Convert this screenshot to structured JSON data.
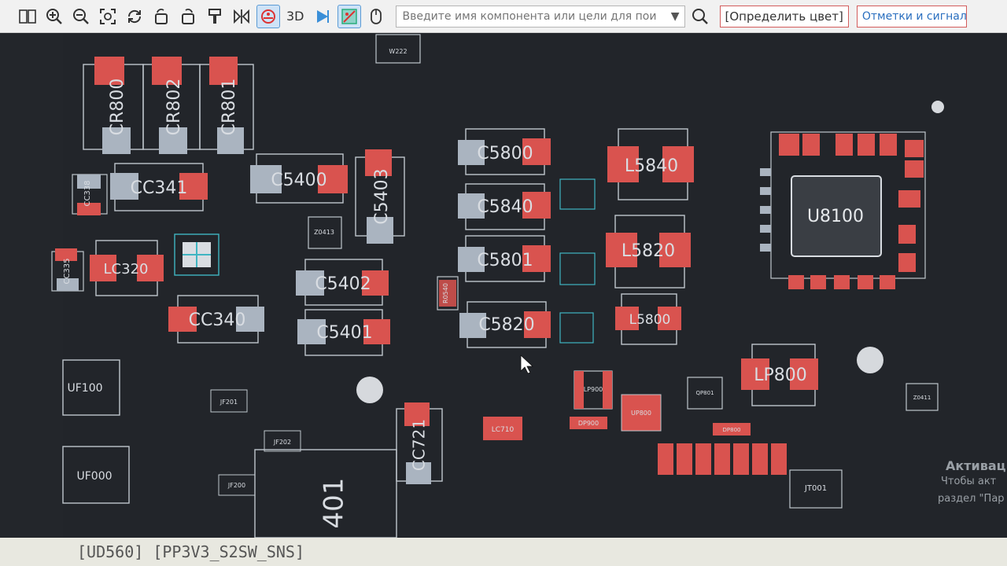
{
  "toolbar": {
    "label_3d": "3D",
    "search_placeholder": "Введите имя компонента или цели для пои",
    "btn_color": "[Определить цвет]",
    "btn_marks": "Отметки и сигналы"
  },
  "components": {
    "CR800": "CR800",
    "CR802": "CR802",
    "CR801": "CR801",
    "CC341": "CC341",
    "C5400": "C5400",
    "C5403": "C5403",
    "CC338": "CC338",
    "LC320": "LC320",
    "CC335": "CC335",
    "Z0413": "Z0413",
    "C5402": "C5402",
    "C5401": "C5401",
    "CC340": "CC340",
    "C5800": "C5800",
    "C5840": "C5840",
    "C5801": "C5801",
    "C5820": "C5820",
    "R0540": "R0540",
    "L5840": "L5840",
    "L5820": "L5820",
    "L5800": "L5800",
    "U8100": "U8100",
    "LP800": "LP800",
    "UF100": "UF100",
    "UF000": "UF000",
    "JF201": "JF201",
    "JF202": "JF202",
    "JF200": "JF200",
    "CC721": "CC721",
    "LC710": "LC710",
    "LP900": "LP900",
    "DP900": "DP900",
    "UP800": "UP800",
    "QP801": "QP801",
    "DP800": "DP800",
    "JT001": "JT001",
    "U401": "401",
    "W222": "W222",
    "Z0411": "Z0411"
  },
  "overlay": {
    "activate_line1": "Активац",
    "activate_line2": "Чтобы акт",
    "activate_line3": "раздел \"Пар"
  },
  "status": "[UD560] [PP3V3_S2SW_SNS]"
}
